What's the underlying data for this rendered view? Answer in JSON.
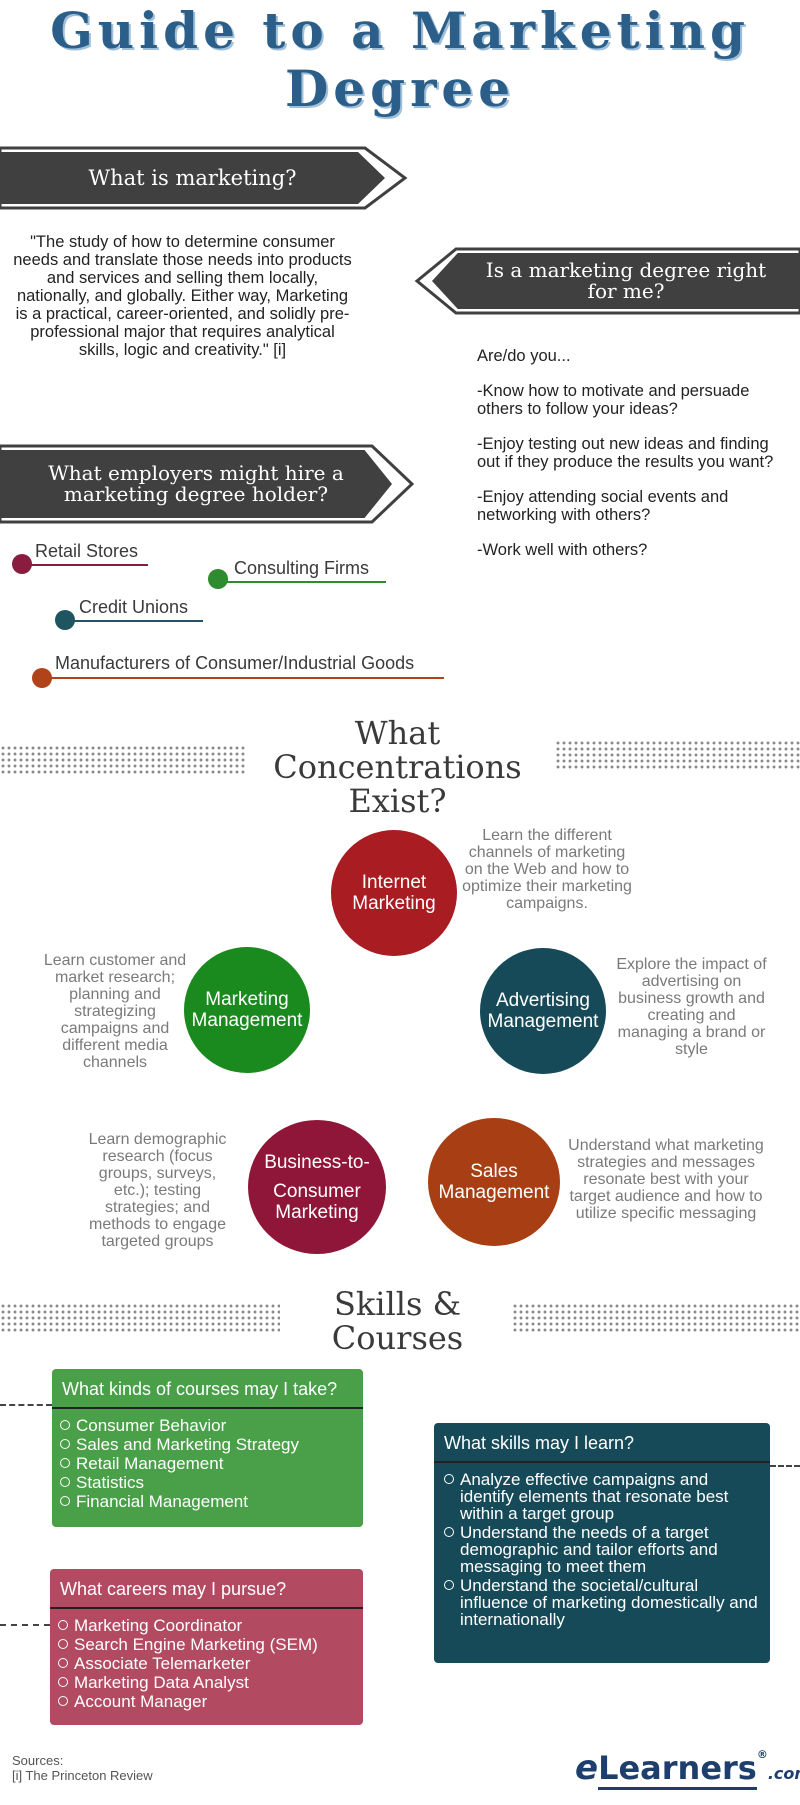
{
  "title": {
    "line1": "Guide to a Marketing",
    "line2": "Degree"
  },
  "what_is": {
    "heading": "What is marketing?",
    "quote": "\"The study of how to determine consumer needs and translate those needs into products and services and selling them locally, nationally, and globally. Either way, Marketing is a practical, career-oriented, and solidly pre-professional major that requires analytical skills, logic and creativity.\" [i]"
  },
  "right_for_me": {
    "heading_line1": "Is a marketing degree right",
    "heading_line2": "for me?",
    "items": [
      "Are/do you...",
      "-Know how to motivate and persuade others to follow your ideas?",
      "-Enjoy testing out new ideas and finding out if they produce the results you want?",
      "-Enjoy attending social events and networking with others?",
      "-Work well with others?"
    ]
  },
  "employers": {
    "heading_line1": "What employers might hire a",
    "heading_line2": "marketing degree holder?",
    "items": [
      {
        "label": "Retail Stores",
        "color": "#8a1d3f"
      },
      {
        "label": "Consulting Firms",
        "color": "#2e8b2e"
      },
      {
        "label": "Credit Unions",
        "color": "#1f5560"
      },
      {
        "label": "Manufacturers of Consumer/Industrial Goods",
        "color": "#b0431a"
      }
    ]
  },
  "concentrations": {
    "heading_line1": "What",
    "heading_line2": "Concentrations",
    "heading_line3": "Exist?",
    "items": [
      {
        "name_line1": "Internet",
        "name_line2": "Marketing",
        "color": "#a81c22",
        "desc": "Learn the different channels of marketing on the Web and how to optimize their marketing campaigns."
      },
      {
        "name_line1": "Marketing",
        "name_line2": "Management",
        "color": "#1a8a1f",
        "desc": "Learn customer and market research; planning and strategizing campaigns and different media channels"
      },
      {
        "name_line1": "Advertising",
        "name_line2": "Management",
        "color": "#174a58",
        "desc": "Explore the impact of advertising on business growth and creating and managing a brand or style"
      },
      {
        "name_line1": "Business-to-",
        "name_line2": "Consumer Marketing",
        "color": "#8f1539",
        "desc": "Learn demographic research (focus groups, surveys, etc.); testing strategies; and methods to engage targeted groups"
      },
      {
        "name_line1": "Sales",
        "name_line2": "Management",
        "color": "#a83f14",
        "desc": "Understand what marketing strategies and messages resonate best with your target audience and how to utilize specific messaging"
      }
    ]
  },
  "skills": {
    "heading_line1": "Skills &",
    "heading_line2": "Courses",
    "courses": {
      "title": "What kinds of courses may I take?",
      "color": "#4aa049",
      "items": [
        "Consumer Behavior",
        "Sales and Marketing Strategy",
        "Retail Management",
        "Statistics",
        "Financial Management"
      ]
    },
    "careers": {
      "title": "What careers may I pursue?",
      "color": "#b24a62",
      "items": [
        "Marketing Coordinator",
        "Search Engine Marketing (SEM)",
        "Associate Telemarketer",
        "Marketing Data Analyst",
        "Account Manager"
      ]
    },
    "skills_learn": {
      "title": "What skills may I learn?",
      "color": "#174a58",
      "items": [
        "Analyze effective campaigns and identify elements that resonate best within a target group",
        "Understand the needs of a target demographic and tailor efforts and messaging to meet them",
        "Understand the societal/cultural influence of marketing domestically and internationally"
      ]
    }
  },
  "sources": {
    "label": "Sources:",
    "item": "[i] The Princeton Review"
  },
  "logo": {
    "e": "e",
    "name": "Learners",
    "reg": "®",
    "suffix": ".com"
  }
}
